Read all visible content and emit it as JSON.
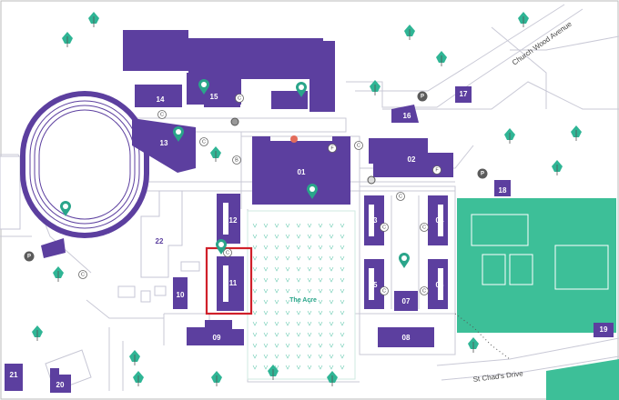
{
  "map": {
    "streets": {
      "church_wood": "Church Wood Avenue",
      "st_chads": "St Chad's Drive"
    },
    "green_space": "The Acre",
    "buildings": [
      {
        "id": "01",
        "label": "01"
      },
      {
        "id": "02",
        "label": "02"
      },
      {
        "id": "03",
        "label": "03"
      },
      {
        "id": "04",
        "label": "04"
      },
      {
        "id": "05",
        "label": "05"
      },
      {
        "id": "06",
        "label": "06"
      },
      {
        "id": "07",
        "label": "07"
      },
      {
        "id": "08",
        "label": "08"
      },
      {
        "id": "09",
        "label": "09"
      },
      {
        "id": "10",
        "label": "10"
      },
      {
        "id": "11",
        "label": "11"
      },
      {
        "id": "12",
        "label": "12"
      },
      {
        "id": "13",
        "label": "13"
      },
      {
        "id": "14",
        "label": "14"
      },
      {
        "id": "15",
        "label": "15"
      },
      {
        "id": "16",
        "label": "16"
      },
      {
        "id": "17",
        "label": "17"
      },
      {
        "id": "18",
        "label": "18"
      },
      {
        "id": "19",
        "label": "19"
      },
      {
        "id": "20",
        "label": "20"
      },
      {
        "id": "21",
        "label": "21"
      },
      {
        "id": "22",
        "label": "22"
      }
    ],
    "symbols": {
      "parking": "P",
      "cafe": "C",
      "food": "F",
      "bike": "B"
    },
    "colors": {
      "building": "#5c3f9f",
      "sports": "#3dbf98",
      "highlight": "#d0202a",
      "pin": "#2aa58a",
      "tree": "#2fb595"
    },
    "highlighted_building": "11"
  }
}
